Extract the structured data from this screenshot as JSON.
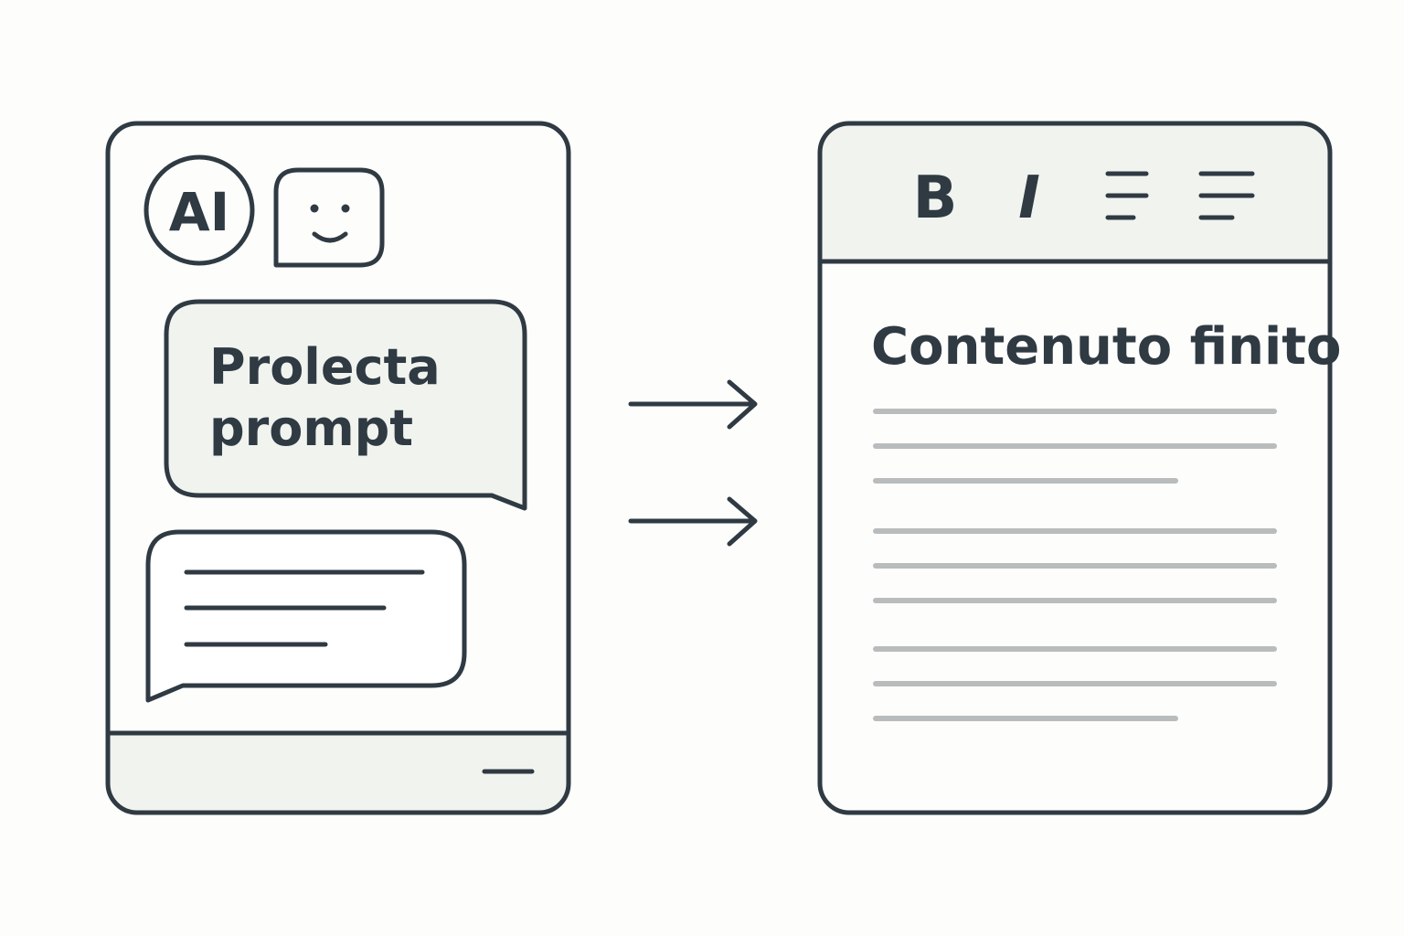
{
  "chat_panel": {
    "ai_badge": "AI",
    "avatar_icon": "smiley-chat-icon",
    "prompt_bubble": {
      "line1": "Prolecta",
      "line2": "prompt"
    },
    "reply_bubble_icon": "text-lines-placeholder",
    "footer_icon": "minimize-dash-icon"
  },
  "arrows": [
    "arrow-right-icon",
    "arrow-right-icon"
  ],
  "editor_panel": {
    "toolbar": {
      "bold_label": "B",
      "italic_label": "I",
      "align_center_icon": "align-center-icon",
      "align_left_icon": "align-left-icon"
    },
    "title": "Contenuto finito",
    "paragraph_icon": "text-lines-placeholder"
  },
  "colors": {
    "ink": "#2f3a43",
    "panel_fill": "#f1f3ef",
    "text_placeholder": "#b9bcbc",
    "background": "#fdfdfc"
  }
}
